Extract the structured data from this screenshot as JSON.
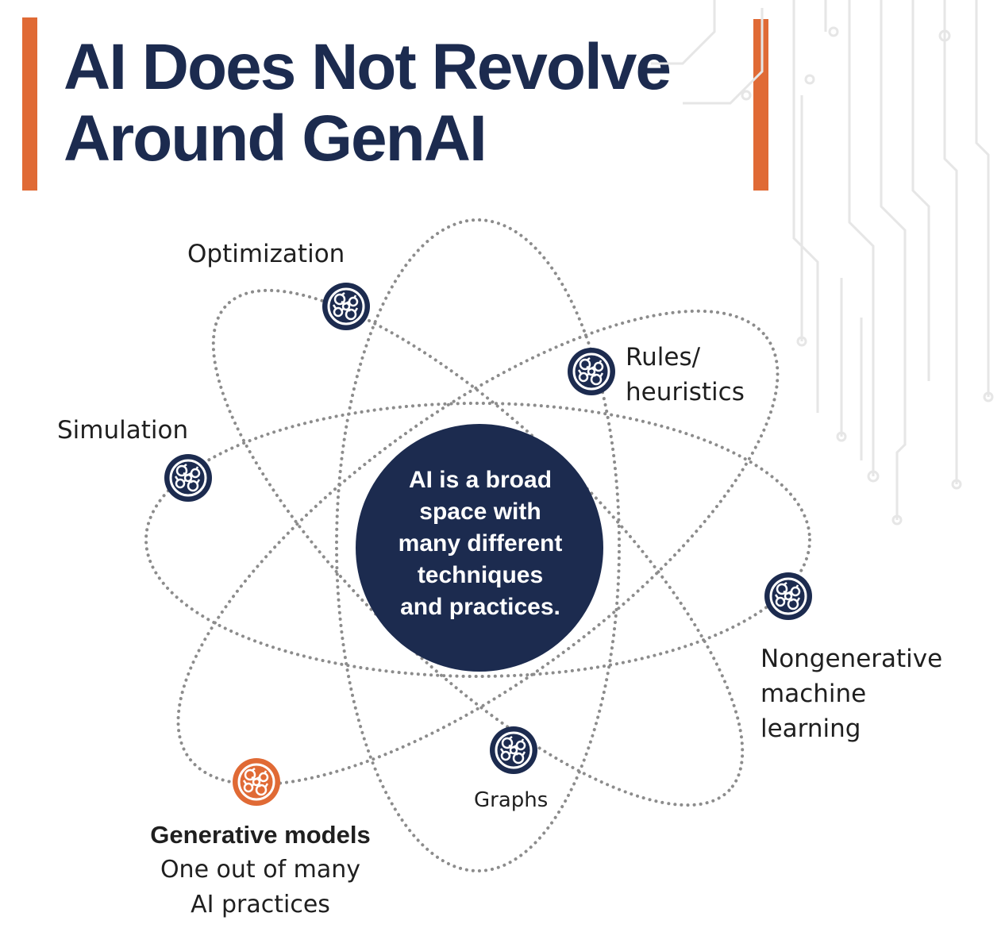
{
  "title": {
    "line1": "AI Does Not Revolve",
    "line2": "Around GenAI"
  },
  "center": {
    "lines": [
      "AI is a broad",
      "space with",
      "many different",
      "techniques",
      "and practices."
    ]
  },
  "nodes": {
    "optimization": "Optimization",
    "rules_line1": "Rules/",
    "rules_line2": "heuristics",
    "simulation": "Simulation",
    "nongen_line1": "Nongenerative",
    "nongen_line2": "machine",
    "nongen_line3": "learning",
    "graphs": "Graphs",
    "generative_title": "Generative models",
    "generative_line2": "One out of many",
    "generative_line3": "AI practices"
  },
  "colors": {
    "navy": "#1c2b4f",
    "accent": "#e06a35",
    "orbit": "#8c8c8c"
  },
  "icons": {
    "node": "network-globe-icon"
  }
}
